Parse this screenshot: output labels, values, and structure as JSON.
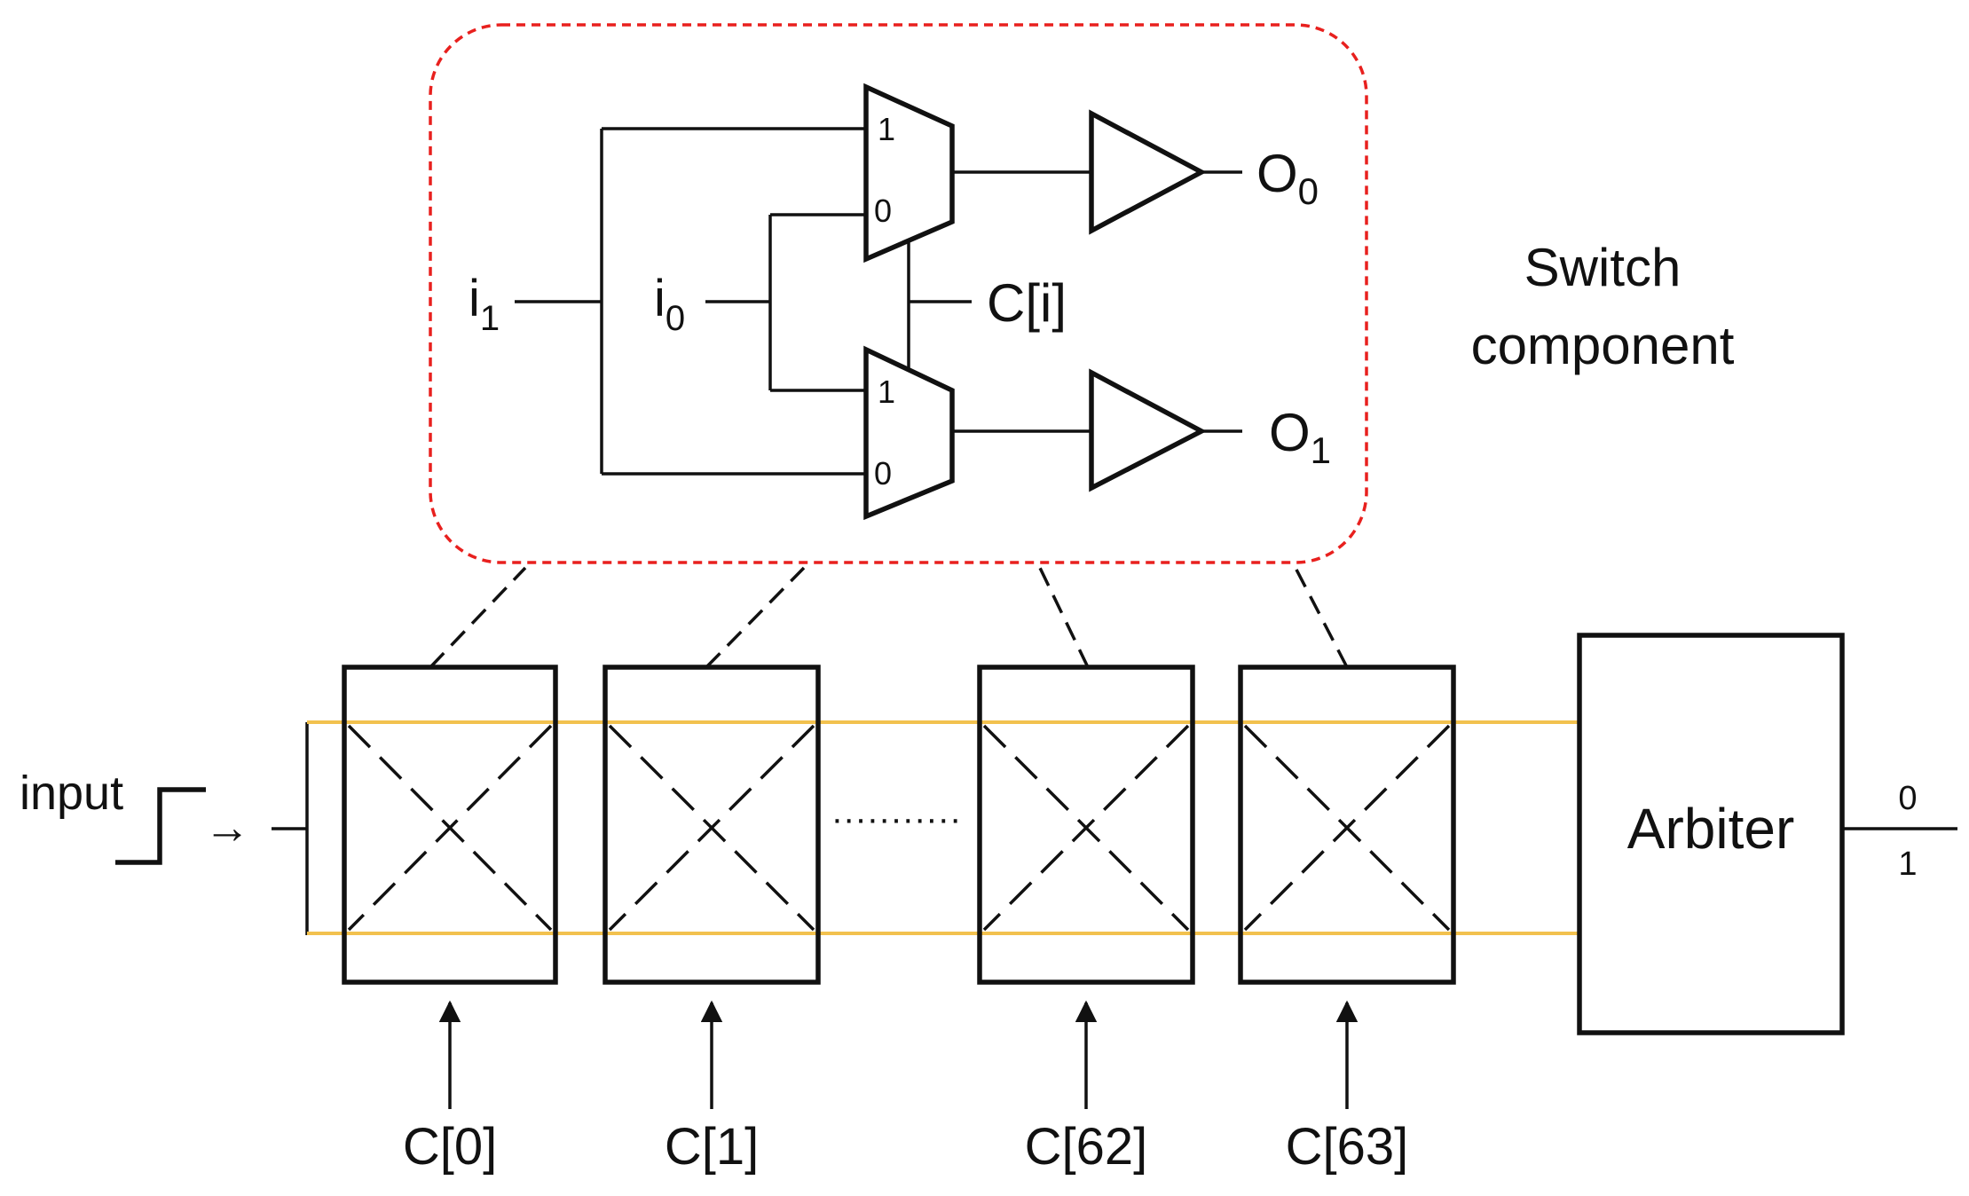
{
  "switch_detail": {
    "title_line1": "Switch",
    "title_line2": "component",
    "mux_top": {
      "in1": "1",
      "in0": "0"
    },
    "mux_bottom": {
      "in1": "1",
      "in0": "0"
    },
    "input_i1": {
      "base": "i",
      "sub": "1"
    },
    "input_i0": {
      "base": "i",
      "sub": "0"
    },
    "select_label": "C[i]",
    "output_o0": {
      "base": "O",
      "sub": "0"
    },
    "output_o1": {
      "base": "O",
      "sub": "1"
    }
  },
  "chain": {
    "input_label": "input",
    "ellipsis": "···········",
    "stages": [
      {
        "control_label": "C[0]"
      },
      {
        "control_label": "C[1]"
      },
      {
        "control_label": "C[62]"
      },
      {
        "control_label": "C[63]"
      }
    ],
    "arbiter_label": "Arbiter",
    "output_top": "0",
    "output_bottom": "1"
  },
  "colors": {
    "detail_outline": "#e8201e",
    "race_paths": "#f2c14e",
    "lines": "#111111"
  }
}
